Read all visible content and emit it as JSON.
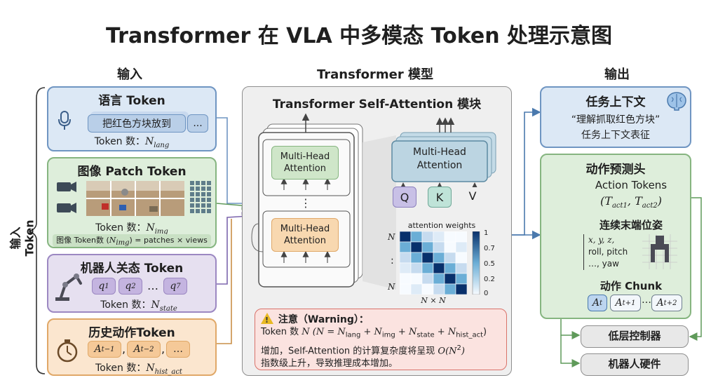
{
  "title": "Transformer 在 VLA 中多模态 Token 处理示意图",
  "input_column": {
    "header": "输入",
    "side_label": "输入 Token",
    "language": {
      "title": "语言 Token",
      "chip_text": "把红色方块放到",
      "chip_more": "...",
      "count_label": "Token 数：",
      "count_var": "N",
      "count_sub": "lang"
    },
    "image": {
      "title": "图像 Patch Token",
      "count_label": "Token 数：",
      "count_var": "N",
      "count_sub": "img",
      "formula_prefix": "图像 Token数 (",
      "formula_var": "N",
      "formula_sub": "img",
      "formula_suffix": ") = patches × views"
    },
    "robot_state": {
      "title": "机器人关态 Token",
      "chips": [
        "q",
        "q",
        "q"
      ],
      "chip_subs": [
        "1",
        "2",
        "7"
      ],
      "ellipsis": "…",
      "count_label": "Token 数：",
      "count_var": "N",
      "count_sub": "state"
    },
    "history": {
      "title": "历史动作Token",
      "chips": [
        "A",
        "A",
        "…"
      ],
      "chip_subs": [
        "t−1",
        "t−2",
        ""
      ],
      "sep": ",",
      "count_label": "Token 数：",
      "count_var": "N",
      "count_sub": "hist_act"
    }
  },
  "model_column": {
    "header": "Transformer 模型",
    "module_title": "Transformer Self-Attention 模块",
    "mha_label_line1": "Multi-Head",
    "mha_label_line2": "Attention",
    "qkv": [
      "Q",
      "K",
      "V"
    ],
    "heatmap": {
      "title": "attention weights",
      "row_labels": [
        "N",
        ":",
        "N"
      ],
      "xlabel": "N × N",
      "colorbar_ticks": [
        "1",
        "0.7",
        "0.5",
        "0.2",
        "0"
      ]
    },
    "warning": {
      "icon": "!",
      "title": "注意（Warning）：",
      "line1_prefix": "Token 数 ",
      "line1_var": "N",
      "line1_eq": " (N = N",
      "line1_s1": "lang",
      "line1_p1": " + N",
      "line1_s2": "img",
      "line1_p2": " + N",
      "line1_s3": "state",
      "line1_p3": " + N",
      "line1_s4": "hist_act",
      "line1_end": ")",
      "line2_prefix": "增加，Self-Attention 的计算复杂度将呈现 ",
      "line2_math": "O(N",
      "line2_sup": "2",
      "line2_end": ")",
      "line3": "指数级上升，导致推理成本增加。"
    }
  },
  "output_column": {
    "header": "输出",
    "task_context": {
      "title": "任务上下文",
      "line1": "“理解抓取红色方块”",
      "line2": "任务上下文表征"
    },
    "action_head": {
      "title": "动作预测头",
      "tokens_title": "Action Tokens",
      "tokens_formula_open": "(",
      "tokens_T1": "T",
      "tokens_T1_sub": "act1",
      "tokens_sep": ", ",
      "tokens_T2": "T",
      "tokens_T2_sub": "act2",
      "tokens_formula_close": ")",
      "pose_title": "连续末端位姿",
      "pose_line1": "x,  y,  z,",
      "pose_line2": "roll,  pitch",
      "pose_line3": "…,  yaw",
      "chunk_title": "动作 Chunk",
      "chunk_chips": [
        "A",
        "A",
        "A"
      ],
      "chunk_subs": [
        "t",
        "t+1",
        "t+2"
      ],
      "chunk_ellipsis": "…"
    },
    "low_level_controller": "低层控制器",
    "robot_hardware": "机器人硬件"
  },
  "colors": {
    "blue_fill": "#dce8f5",
    "blue_border": "#6f95c2",
    "green_fill": "#deeedb",
    "green_border": "#86b580",
    "purple_fill": "#e6e0f0",
    "purple_border": "#9c88c2",
    "orange_fill": "#fbe6cf",
    "orange_border": "#e0a868",
    "gray_fill": "#efefef",
    "gray_border": "#8e8e8e",
    "warning_fill": "#fbe3e0",
    "warning_border": "#d9726a"
  }
}
